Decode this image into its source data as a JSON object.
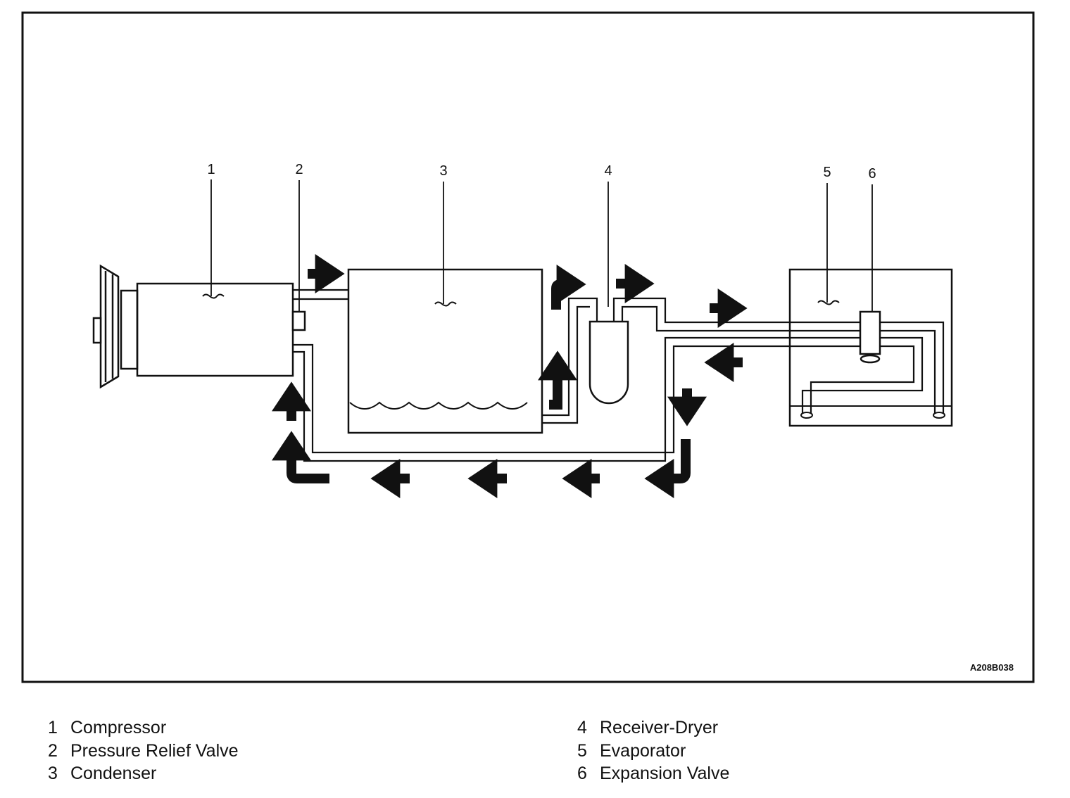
{
  "diagram": {
    "reference_code": "A208B038",
    "callouts": [
      "1",
      "2",
      "3",
      "4",
      "5",
      "6"
    ]
  },
  "legend": {
    "items": [
      {
        "number": "1",
        "label": "Compressor"
      },
      {
        "number": "2",
        "label": "Pressure Relief Valve"
      },
      {
        "number": "3",
        "label": "Condenser"
      },
      {
        "number": "4",
        "label": "Receiver-Dryer"
      },
      {
        "number": "5",
        "label": "Evaporator"
      },
      {
        "number": "6",
        "label": "Expansion Valve"
      }
    ]
  },
  "colors": {
    "line": "#111111",
    "background": "#ffffff"
  }
}
